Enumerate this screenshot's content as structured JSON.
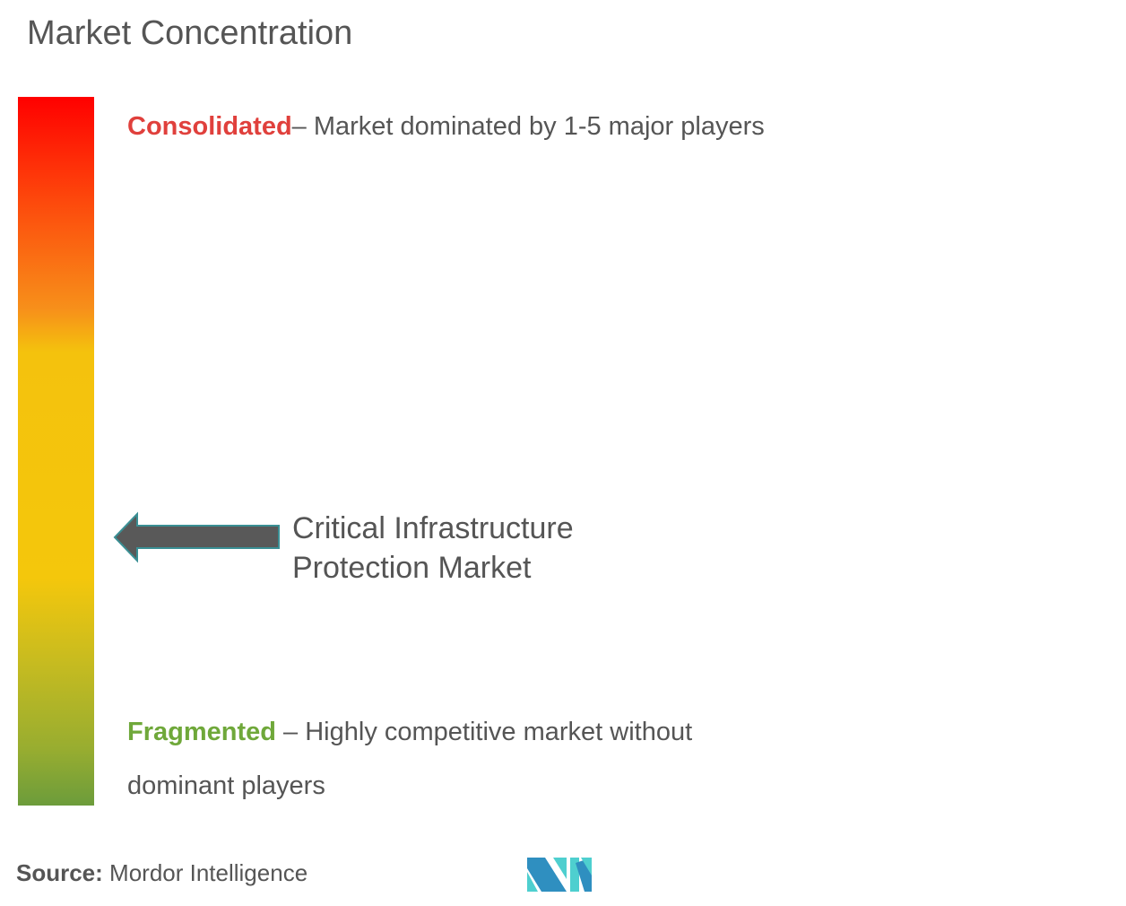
{
  "title": "Market Concentration",
  "consolidated": {
    "label": "Consolidated",
    "text": "– Market dominated by 1-5 major players"
  },
  "fragmented": {
    "label": "Fragmented",
    "text": " – Highly competitive market without dominant players"
  },
  "market": {
    "line1": "Critical Infrastructure",
    "line2": "Protection Market"
  },
  "source": {
    "label": "Source:",
    "value": " Mordor Intelligence"
  },
  "colors": {
    "top": "#ff0000",
    "middle": "#f4c70c",
    "bottom": "#6c9c3b",
    "arrow": "#595959",
    "arrow_outline": "#3a8f94"
  }
}
